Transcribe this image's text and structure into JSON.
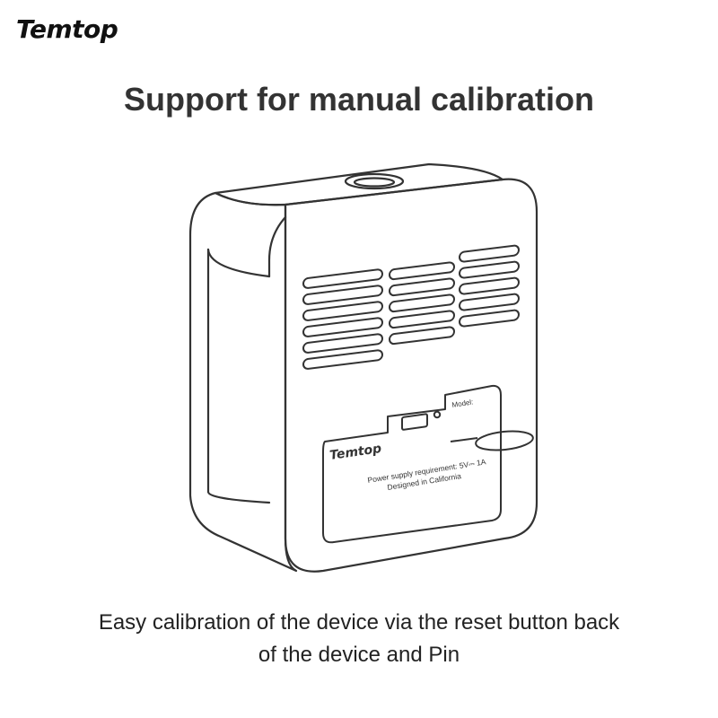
{
  "brand": {
    "logo_text": "Temtop"
  },
  "headline": "Support for manual calibration",
  "device": {
    "label_brand": "Temtop",
    "model_label": "Model:",
    "power_text": "Power supply requirement: 5V⎓ 1A",
    "designed_text": "Designed in California"
  },
  "caption": {
    "line1": "Easy calibration of the device via the reset button back",
    "line2": "of the device and Pin"
  }
}
